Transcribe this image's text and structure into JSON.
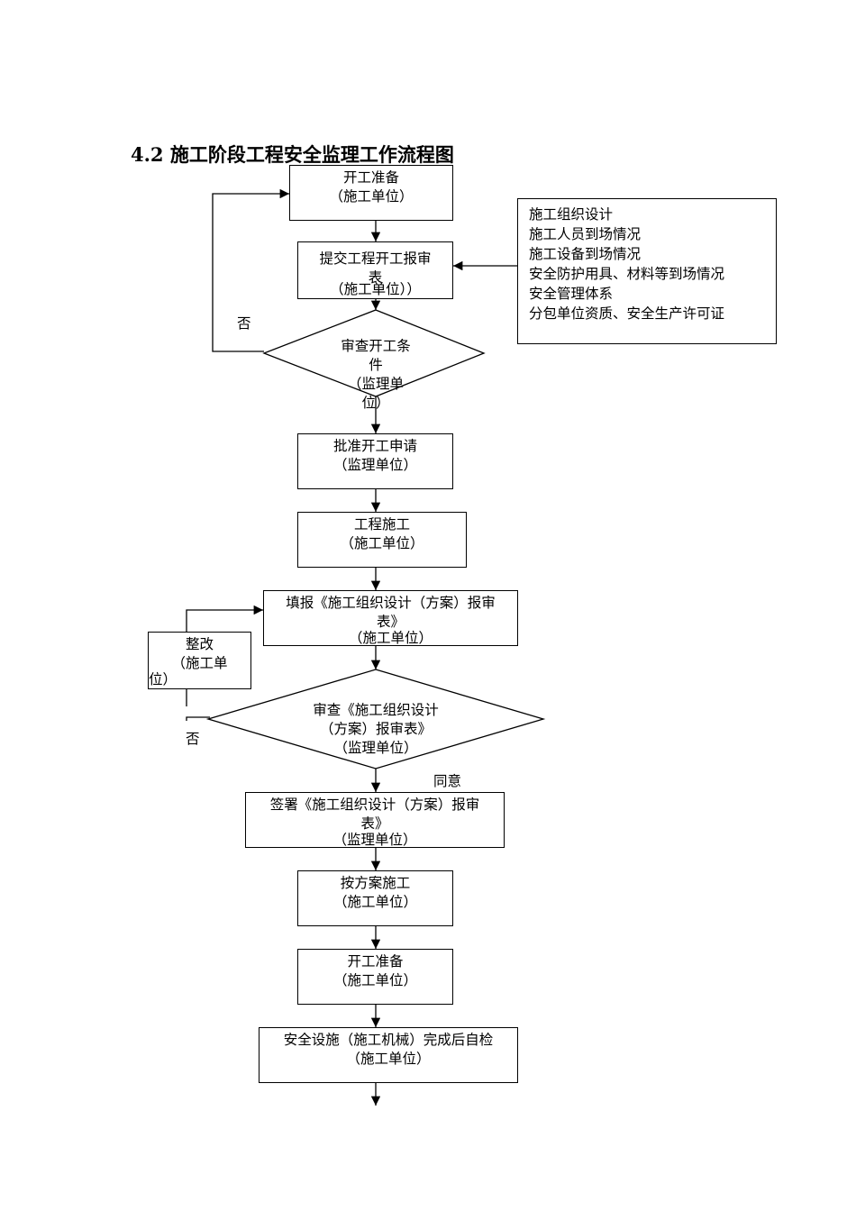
{
  "title": "4.2 施工阶段工程安全监理工作流程图",
  "nodes": {
    "n1": {
      "line1": "开工准备",
      "line2": "（施工单位）"
    },
    "n2": {
      "line1": "提交工程开工报审",
      "line2": "表",
      "line3": "（施工单位））"
    },
    "d1": {
      "line1": "审查开工条",
      "line2": "件",
      "line3": "（监理单",
      "line4": "位）"
    },
    "n3": {
      "line1": "批准开工申请",
      "line2": "（监理单位）"
    },
    "n4": {
      "line1": "工程施工",
      "line2": "（施工单位）"
    },
    "n5": {
      "line1": "填报《施工组织设计（方案）报审",
      "line2": "表》",
      "line3": "（施工单位）"
    },
    "rework": {
      "line1": "整改",
      "line2": "（施工单",
      "line3": "位）"
    },
    "d2": {
      "line1": "审查《施工组织设计",
      "line2": "（方案）报审表》",
      "line3": "（监理单位）"
    },
    "n6": {
      "line1": "签署《施工组织设计（方案）报审",
      "line2": "表》",
      "line3": "（监理单位）"
    },
    "n7": {
      "line1": "按方案施工",
      "line2": "（施工单位）"
    },
    "n8": {
      "line1": "开工准备",
      "line2": "（施工单位）"
    },
    "n9": {
      "line1": "安全设施（施工机械）完成后自检",
      "line2": "（施工单位）"
    }
  },
  "inputs": [
    "施工组织设计",
    "施工人员到场情况",
    "施工设备到场情况",
    "安全防护用具、材料等到场情况",
    "安全管理体系",
    "分包单位资质、安全生产许可证"
  ],
  "labels": {
    "no1": "否",
    "no2": "否",
    "agree": "同意"
  }
}
